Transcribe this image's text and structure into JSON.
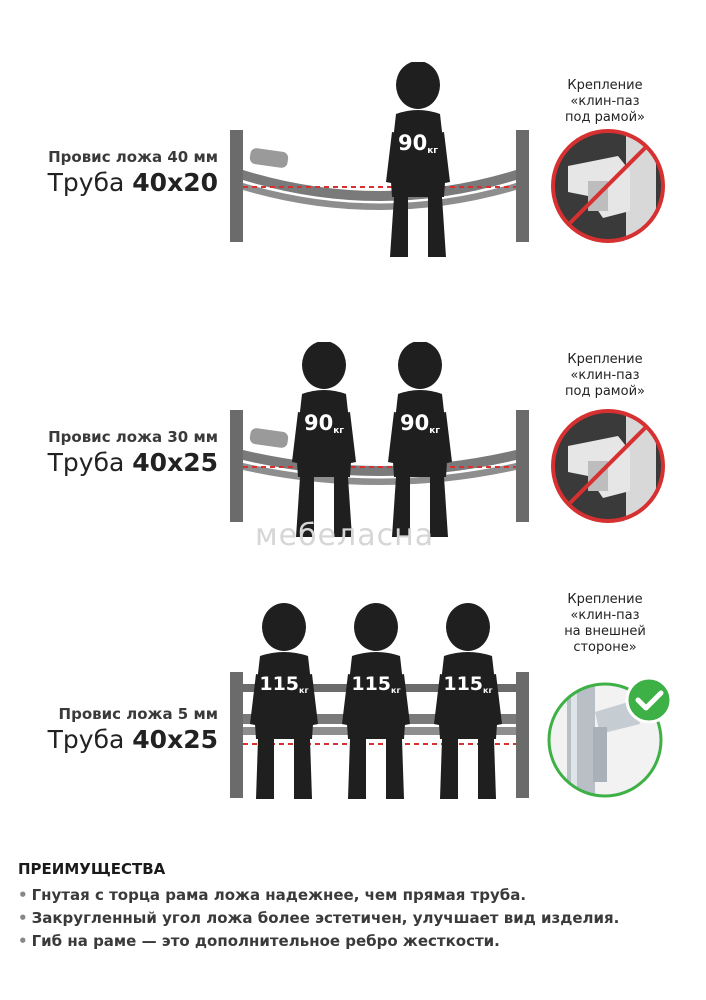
{
  "sections": [
    {
      "sag_text": "Провис ложа 40 мм",
      "pipe_prefix": "Труба ",
      "pipe_size": "40x20",
      "people": 1,
      "weight": "90",
      "weight_unit": "кг",
      "fastening_text": [
        "Крепление",
        "«клин-паз",
        "под рамой»"
      ],
      "fastening_ok": false
    },
    {
      "sag_text": "Провис ложа 30 мм",
      "pipe_prefix": "Труба ",
      "pipe_size": "40x25",
      "people": 2,
      "weight": "90",
      "weight_unit": "кг",
      "fastening_text": [
        "Крепление",
        "«клин-паз",
        "под рамой»"
      ],
      "fastening_ok": false
    },
    {
      "sag_text": "Провис ложа 5 мм",
      "pipe_prefix": "Труба ",
      "pipe_size": "40x25",
      "people": 3,
      "weight": "115",
      "weight_unit": "кг",
      "fastening_text": [
        "Крепление",
        "«клин-паз",
        "на внешней",
        "стороне»"
      ],
      "fastening_ok": true
    }
  ],
  "watermark": "мебеласна",
  "advantages": {
    "title": "ПРЕИМУЩЕСТВА",
    "items": [
      "Гнутая с торца рама ложа надежнее, чем прямая труба.",
      "Закругленный угол ложа более эстетичен, улучшает вид изделия.",
      "Гиб на раме — это дополнительное ребро жесткости."
    ]
  },
  "colors": {
    "frame": "#6b6b6b",
    "figure": "#1f1f1f",
    "dashed_line": "#d63030",
    "no_sign": "#d63030",
    "ok_sign": "#3db046"
  },
  "icons": {
    "forbidden": "no-sign-icon",
    "approved": "check-circle-icon"
  }
}
